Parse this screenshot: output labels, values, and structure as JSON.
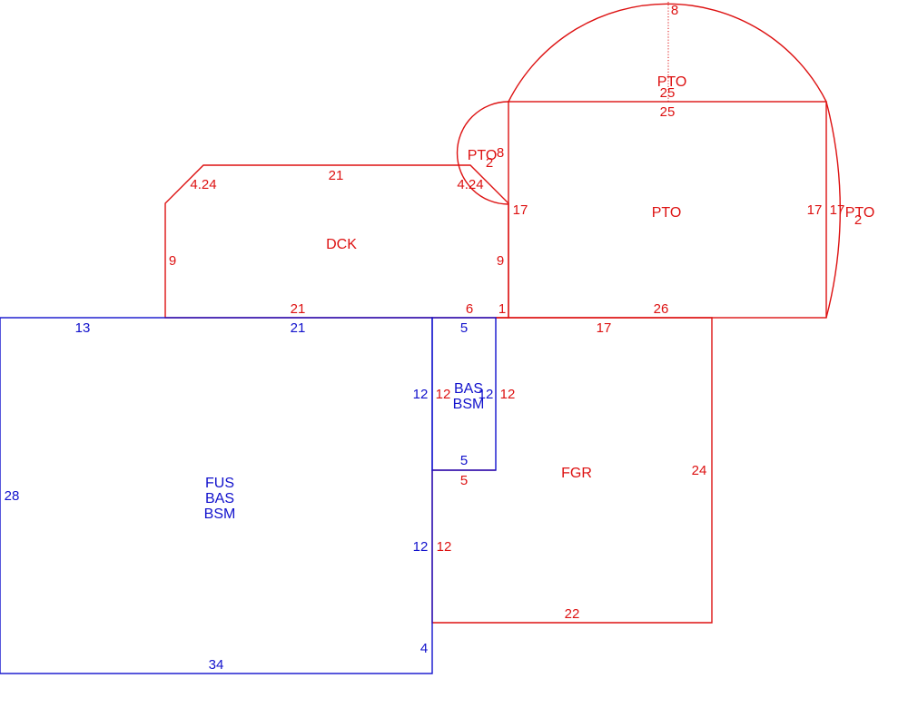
{
  "colors": {
    "red": "#dd1111",
    "blue": "#1111cc"
  },
  "areas": {
    "dck": "DCK",
    "fgr": "FGR",
    "pto_main": "PTO",
    "pto_dome": "PTO",
    "pto_left_arc": "PTO",
    "pto_right_arc": "PTO",
    "fus": [
      "FUS",
      "BAS",
      "BSM"
    ],
    "bas_small": [
      "BAS",
      "BSM"
    ]
  },
  "dimensions": {
    "dck_top": "21",
    "dck_left": "9",
    "dck_right": "9",
    "dck_bottom": "21",
    "dck_chamfer_left": "4.24",
    "dck_chamfer_right": "4.24",
    "dck_bottom_right": "6",
    "step": "1",
    "pto_top": "25",
    "pto_bottom": "26",
    "pto_left": "17",
    "pto_right": "17",
    "pto_right_outer": "17",
    "dome_chord": "25",
    "dome_height": "8",
    "left_arc_height": "8",
    "left_arc_chord": "2",
    "right_arc_chord": "2",
    "fus_top_left": "13",
    "fus_top": "21",
    "fus_left": "28",
    "fus_bottom": "34",
    "fus_right_lower": "12",
    "fus_right_upper": "12",
    "fus_right_step": "4",
    "bas_top": "5",
    "bas_bottom": "5",
    "bas_left": "12",
    "bas_right": "12",
    "fgr_top": "17",
    "fgr_right": "24",
    "fgr_bottom": "22",
    "fgr_left_upper": "12",
    "fgr_left_step": "5",
    "fgr_left_lower": "12",
    "fgr_bas_left": "12"
  }
}
